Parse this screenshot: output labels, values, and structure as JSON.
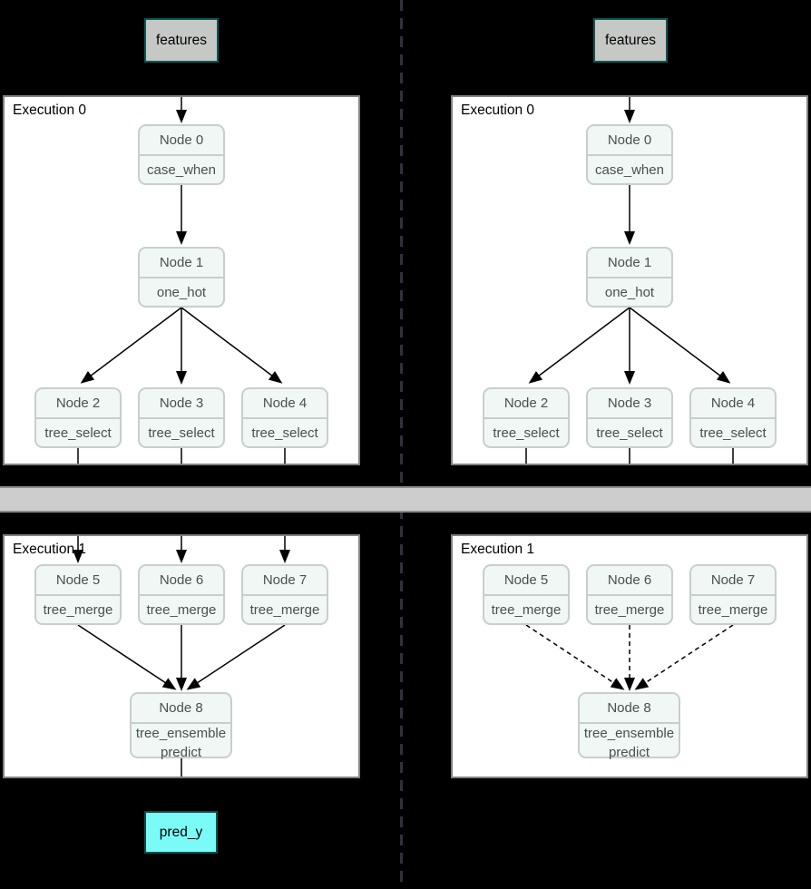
{
  "colors": {
    "background": "#000000",
    "panel_bg": "#ffffff",
    "panel_border": "#828282",
    "node_fill": "#f1f7f4",
    "node_border": "#c7cfcb",
    "node_text": "#47514d",
    "features_fill": "#c6c8c6",
    "features_border": "#0e5754",
    "pred_fill": "#7bfbf7",
    "pred_border": "#114d4b",
    "separator_bar_fill": "#cdcdcd",
    "separator_bar_border": "#8b8b8b",
    "divider_dash": "#2d323e",
    "edge": "#000000"
  },
  "left": {
    "features_label": "features",
    "pred_label": "pred_y",
    "exec0": {
      "label": "Execution 0",
      "nodes": [
        {
          "title": "Node 0",
          "op": "case_when"
        },
        {
          "title": "Node 1",
          "op": "one_hot"
        },
        {
          "title": "Node 2",
          "op": "tree_select"
        },
        {
          "title": "Node 3",
          "op": "tree_select"
        },
        {
          "title": "Node 4",
          "op": "tree_select"
        }
      ],
      "edges": [
        {
          "from": "features",
          "to": "Node 0",
          "style": "solid"
        },
        {
          "from": "Node 0",
          "to": "Node 1",
          "style": "solid"
        },
        {
          "from": "Node 1",
          "to": "Node 2",
          "style": "solid"
        },
        {
          "from": "Node 1",
          "to": "Node 3",
          "style": "solid"
        },
        {
          "from": "Node 1",
          "to": "Node 4",
          "style": "solid"
        }
      ]
    },
    "exec1": {
      "label": "Execution 1",
      "nodes": [
        {
          "title": "Node 5",
          "op": "tree_merge"
        },
        {
          "title": "Node 6",
          "op": "tree_merge"
        },
        {
          "title": "Node 7",
          "op": "tree_merge"
        },
        {
          "title": "Node 8",
          "op": "tree_ensemble\npredict"
        }
      ],
      "edges": [
        {
          "from": "Node 2",
          "to": "Node 5",
          "style": "solid"
        },
        {
          "from": "Node 3",
          "to": "Node 6",
          "style": "solid"
        },
        {
          "from": "Node 4",
          "to": "Node 7",
          "style": "solid"
        },
        {
          "from": "Node 5",
          "to": "Node 8",
          "style": "solid"
        },
        {
          "from": "Node 6",
          "to": "Node 8",
          "style": "solid"
        },
        {
          "from": "Node 7",
          "to": "Node 8",
          "style": "solid"
        },
        {
          "from": "Node 8",
          "to": "pred_y",
          "style": "solid"
        }
      ]
    }
  },
  "right": {
    "features_label": "features",
    "exec0": {
      "label": "Execution 0",
      "nodes": [
        {
          "title": "Node 0",
          "op": "case_when"
        },
        {
          "title": "Node 1",
          "op": "one_hot"
        },
        {
          "title": "Node 2",
          "op": "tree_select"
        },
        {
          "title": "Node 3",
          "op": "tree_select"
        },
        {
          "title": "Node 4",
          "op": "tree_select"
        }
      ],
      "edges": [
        {
          "from": "features",
          "to": "Node 0",
          "style": "solid"
        },
        {
          "from": "Node 0",
          "to": "Node 1",
          "style": "solid"
        },
        {
          "from": "Node 1",
          "to": "Node 2",
          "style": "solid"
        },
        {
          "from": "Node 1",
          "to": "Node 3",
          "style": "solid"
        },
        {
          "from": "Node 1",
          "to": "Node 4",
          "style": "solid"
        }
      ]
    },
    "exec1": {
      "label": "Execution 1",
      "nodes": [
        {
          "title": "Node 5",
          "op": "tree_merge"
        },
        {
          "title": "Node 6",
          "op": "tree_merge"
        },
        {
          "title": "Node 7",
          "op": "tree_merge"
        },
        {
          "title": "Node 8",
          "op": "tree_ensemble\npredict"
        }
      ],
      "edges": [
        {
          "from": "Node 5",
          "to": "Node 8",
          "style": "dashed"
        },
        {
          "from": "Node 6",
          "to": "Node 8",
          "style": "dashed"
        },
        {
          "from": "Node 7",
          "to": "Node 8",
          "style": "dashed"
        }
      ]
    }
  }
}
